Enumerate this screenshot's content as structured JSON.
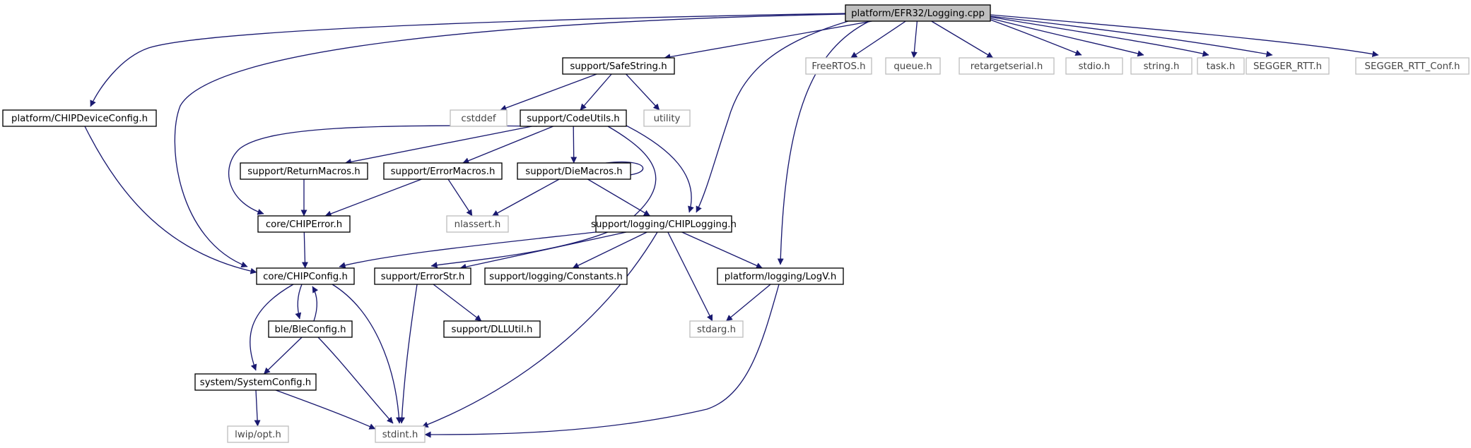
{
  "colors": {
    "edge": "#191970",
    "documented_border": "#000000",
    "undocumented_border": "#bfbfbf",
    "root_fill": "#bfbfbf",
    "node_fill": "#ffffff",
    "text_documented": "#000000",
    "text_undocumented": "#444444"
  },
  "nodes": [
    {
      "id": "n_logging",
      "label": "platform/EFR32/Logging.cpp",
      "kind": "root"
    },
    {
      "id": "n_chipdevcfg",
      "label": "platform/CHIPDeviceConfig.h",
      "kind": "documented"
    },
    {
      "id": "n_safestring",
      "label": "support/SafeString.h",
      "kind": "documented"
    },
    {
      "id": "n_freertos",
      "label": "FreeRTOS.h",
      "kind": "external"
    },
    {
      "id": "n_queue",
      "label": "queue.h",
      "kind": "external"
    },
    {
      "id": "n_retarget",
      "label": "retargetserial.h",
      "kind": "external"
    },
    {
      "id": "n_stdio",
      "label": "stdio.h",
      "kind": "external"
    },
    {
      "id": "n_string",
      "label": "string.h",
      "kind": "external"
    },
    {
      "id": "n_task",
      "label": "task.h",
      "kind": "external"
    },
    {
      "id": "n_segger",
      "label": "SEGGER_RTT.h",
      "kind": "external"
    },
    {
      "id": "n_seggerconf",
      "label": "SEGGER_RTT_Conf.h",
      "kind": "external"
    },
    {
      "id": "n_cstddef",
      "label": "cstddef",
      "kind": "external"
    },
    {
      "id": "n_codeutils",
      "label": "support/CodeUtils.h",
      "kind": "documented"
    },
    {
      "id": "n_utility",
      "label": "utility",
      "kind": "external"
    },
    {
      "id": "n_returnmacros",
      "label": "support/ReturnMacros.h",
      "kind": "documented"
    },
    {
      "id": "n_errormacros",
      "label": "support/ErrorMacros.h",
      "kind": "documented"
    },
    {
      "id": "n_diemacros",
      "label": "support/DieMacros.h",
      "kind": "documented"
    },
    {
      "id": "n_chiperror",
      "label": "core/CHIPError.h",
      "kind": "documented"
    },
    {
      "id": "n_nlassert",
      "label": "nlassert.h",
      "kind": "external"
    },
    {
      "id": "n_chiplogging",
      "label": "support/logging/CHIPLogging.h",
      "kind": "documented"
    },
    {
      "id": "n_chipconfig",
      "label": "core/CHIPConfig.h",
      "kind": "documented"
    },
    {
      "id": "n_errorstr",
      "label": "support/ErrorStr.h",
      "kind": "documented"
    },
    {
      "id": "n_constants",
      "label": "support/logging/Constants.h",
      "kind": "documented"
    },
    {
      "id": "n_logv",
      "label": "platform/logging/LogV.h",
      "kind": "documented"
    },
    {
      "id": "n_bleconfig",
      "label": "ble/BleConfig.h",
      "kind": "documented"
    },
    {
      "id": "n_dllutil",
      "label": "support/DLLUtil.h",
      "kind": "documented"
    },
    {
      "id": "n_stdarg",
      "label": "stdarg.h",
      "kind": "external"
    },
    {
      "id": "n_systemconfig",
      "label": "system/SystemConfig.h",
      "kind": "documented"
    },
    {
      "id": "n_lwipopt",
      "label": "lwip/opt.h",
      "kind": "external"
    },
    {
      "id": "n_stdint",
      "label": "stdint.h",
      "kind": "external"
    }
  ],
  "edges": [
    {
      "from": "n_logging",
      "to": "n_chipdevcfg"
    },
    {
      "from": "n_logging",
      "to": "n_safestring"
    },
    {
      "from": "n_logging",
      "to": "n_chipconfig"
    },
    {
      "from": "n_logging",
      "to": "n_chiplogging"
    },
    {
      "from": "n_logging",
      "to": "n_logv"
    },
    {
      "from": "n_logging",
      "to": "n_freertos"
    },
    {
      "from": "n_logging",
      "to": "n_queue"
    },
    {
      "from": "n_logging",
      "to": "n_retarget"
    },
    {
      "from": "n_logging",
      "to": "n_stdio"
    },
    {
      "from": "n_logging",
      "to": "n_string"
    },
    {
      "from": "n_logging",
      "to": "n_task"
    },
    {
      "from": "n_logging",
      "to": "n_segger"
    },
    {
      "from": "n_logging",
      "to": "n_seggerconf"
    },
    {
      "from": "n_chipdevcfg",
      "to": "n_chipconfig"
    },
    {
      "from": "n_safestring",
      "to": "n_cstddef"
    },
    {
      "from": "n_safestring",
      "to": "n_codeutils"
    },
    {
      "from": "n_safestring",
      "to": "n_utility"
    },
    {
      "from": "n_codeutils",
      "to": "n_returnmacros"
    },
    {
      "from": "n_codeutils",
      "to": "n_errormacros"
    },
    {
      "from": "n_codeutils",
      "to": "n_diemacros"
    },
    {
      "from": "n_codeutils",
      "to": "n_chiperror"
    },
    {
      "from": "n_codeutils",
      "to": "n_errorstr"
    },
    {
      "from": "n_codeutils",
      "to": "n_chiplogging"
    },
    {
      "from": "n_returnmacros",
      "to": "n_chiperror"
    },
    {
      "from": "n_errormacros",
      "to": "n_chiperror"
    },
    {
      "from": "n_errormacros",
      "to": "n_nlassert"
    },
    {
      "from": "n_diemacros",
      "to": "n_diemacros"
    },
    {
      "from": "n_diemacros",
      "to": "n_nlassert"
    },
    {
      "from": "n_diemacros",
      "to": "n_chiplogging"
    },
    {
      "from": "n_chiperror",
      "to": "n_chipconfig"
    },
    {
      "from": "n_chiplogging",
      "to": "n_chipconfig"
    },
    {
      "from": "n_chiplogging",
      "to": "n_errorstr"
    },
    {
      "from": "n_chiplogging",
      "to": "n_constants"
    },
    {
      "from": "n_chiplogging",
      "to": "n_logv"
    },
    {
      "from": "n_chiplogging",
      "to": "n_stdarg"
    },
    {
      "from": "n_chiplogging",
      "to": "n_stdint"
    },
    {
      "from": "n_chipconfig",
      "to": "n_bleconfig"
    },
    {
      "from": "n_chipconfig",
      "to": "n_systemconfig"
    },
    {
      "from": "n_chipconfig",
      "to": "n_stdint"
    },
    {
      "from": "n_bleconfig",
      "to": "n_chipconfig"
    },
    {
      "from": "n_bleconfig",
      "to": "n_systemconfig"
    },
    {
      "from": "n_bleconfig",
      "to": "n_stdint"
    },
    {
      "from": "n_errorstr",
      "to": "n_dllutil"
    },
    {
      "from": "n_errorstr",
      "to": "n_stdint"
    },
    {
      "from": "n_logv",
      "to": "n_stdarg"
    },
    {
      "from": "n_logv",
      "to": "n_stdint"
    },
    {
      "from": "n_systemconfig",
      "to": "n_lwipopt"
    },
    {
      "from": "n_systemconfig",
      "to": "n_stdint"
    }
  ]
}
